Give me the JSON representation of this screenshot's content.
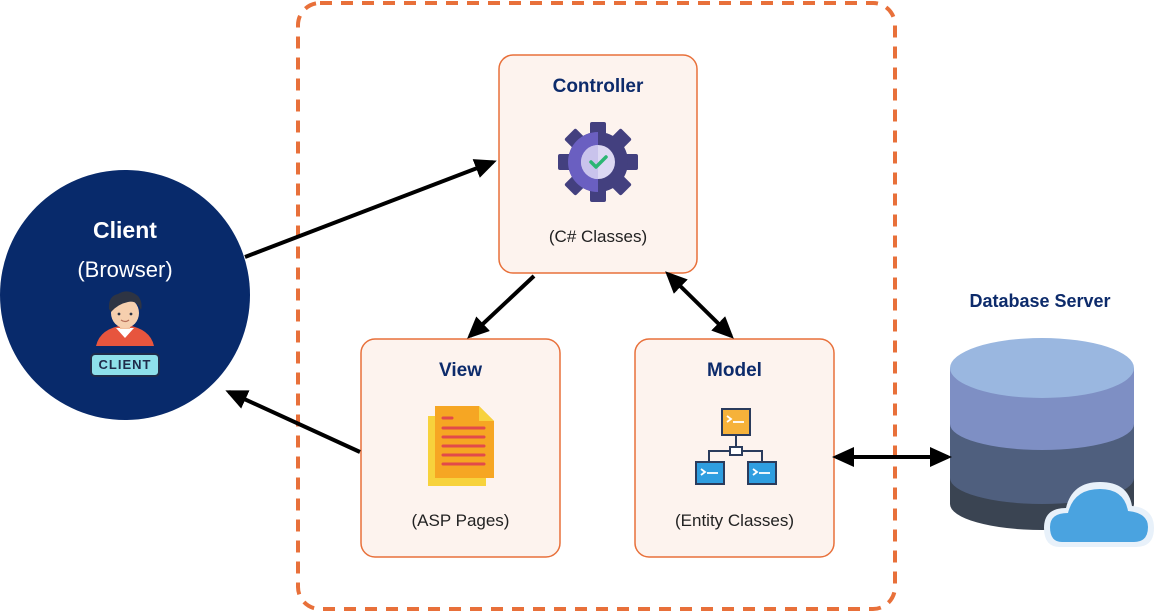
{
  "colors": {
    "dashed_border": "#e8703a",
    "box_fill": "#fdf3ee",
    "box_border": "#e8703a",
    "title_navy": "#0d2b6b",
    "client_circle": "#082a6b",
    "arrow": "#000000",
    "gear_dark": "#43407f",
    "gear_light": "#6a5fc1",
    "doc_yellow": "#f7d23c",
    "doc_orange": "#f6a623",
    "db_top": "#9ab7e0",
    "db_mid": "#7e8fc4",
    "db_lower": "#4f5f7e",
    "db_bottom": "#3a4452",
    "cloud": "#4aa3e0"
  },
  "client": {
    "title": "Client",
    "subtitle": "(Browser)",
    "badge": "CLIENT",
    "icon": "person-icon"
  },
  "controller": {
    "title": "Controller",
    "caption": "(C# Classes)",
    "icon": "gear-check-icon"
  },
  "view": {
    "title": "View",
    "caption": "(ASP Pages)",
    "icon": "document-icon"
  },
  "model": {
    "title": "Model",
    "caption": "(Entity Classes)",
    "icon": "hierarchy-icon"
  },
  "database": {
    "title": "Database Server",
    "icon": "database-cloud-icon"
  }
}
